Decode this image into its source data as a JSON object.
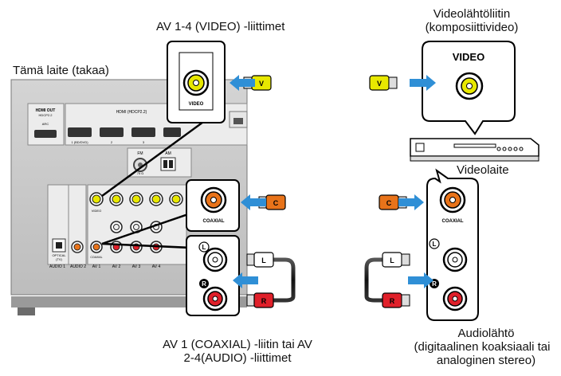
{
  "labels": {
    "av_video_jacks": "AV 1-4 (VIDEO) -liittimet",
    "video_output_line1": "Videolähtöliitin",
    "video_output_line2": "(komposiittivideo)",
    "this_unit": "Tämä laite (takaa)",
    "video_device": "Videolaite",
    "av_audio_line1": "AV 1 (COAXIAL) -liitin tai AV",
    "av_audio_line2": "2-4(AUDIO) -liittimet",
    "audio_output_line1": "Audiolähtö",
    "audio_output_line2": "(digitaalinen koaksiaali tai",
    "audio_output_line3": "analoginen stereo)"
  },
  "jacks": {
    "video": "VIDEO",
    "coaxial": "COAXIAL",
    "left": "L",
    "right": "R"
  },
  "cable_tags": {
    "video": "V",
    "coaxial": "C",
    "left": "L",
    "right": "R"
  },
  "panel": {
    "hdmi_out": "HDMI OUT",
    "hdmi_out_sub": "HDCP2.2",
    "arc": "ARC",
    "hdmi_in": "HDMI (HDCP2.2)",
    "hdmi_1": "1 (BD/DVD)",
    "hdmi_2": "2",
    "hdmi_3": "3",
    "fm": "FM",
    "am": "AM",
    "fm_ohm": "75 Ω",
    "optical": "OPTICAL",
    "optical_tv": "(TV)",
    "audio1": "AUDIO 1",
    "audio2": "AUDIO 2",
    "av1": "AV 1",
    "av2": "AV 2",
    "av3": "AV 3",
    "av4": "AV 4",
    "video_small": "VIDEO",
    "coaxial_small": "COAXIAL"
  },
  "colors": {
    "arrow_blue": "#2f8fd6",
    "video_yellow": "#e8e800",
    "coax_orange": "#e8731a",
    "right_red": "#e0202a",
    "panel_gray": "#c8c8c8"
  }
}
